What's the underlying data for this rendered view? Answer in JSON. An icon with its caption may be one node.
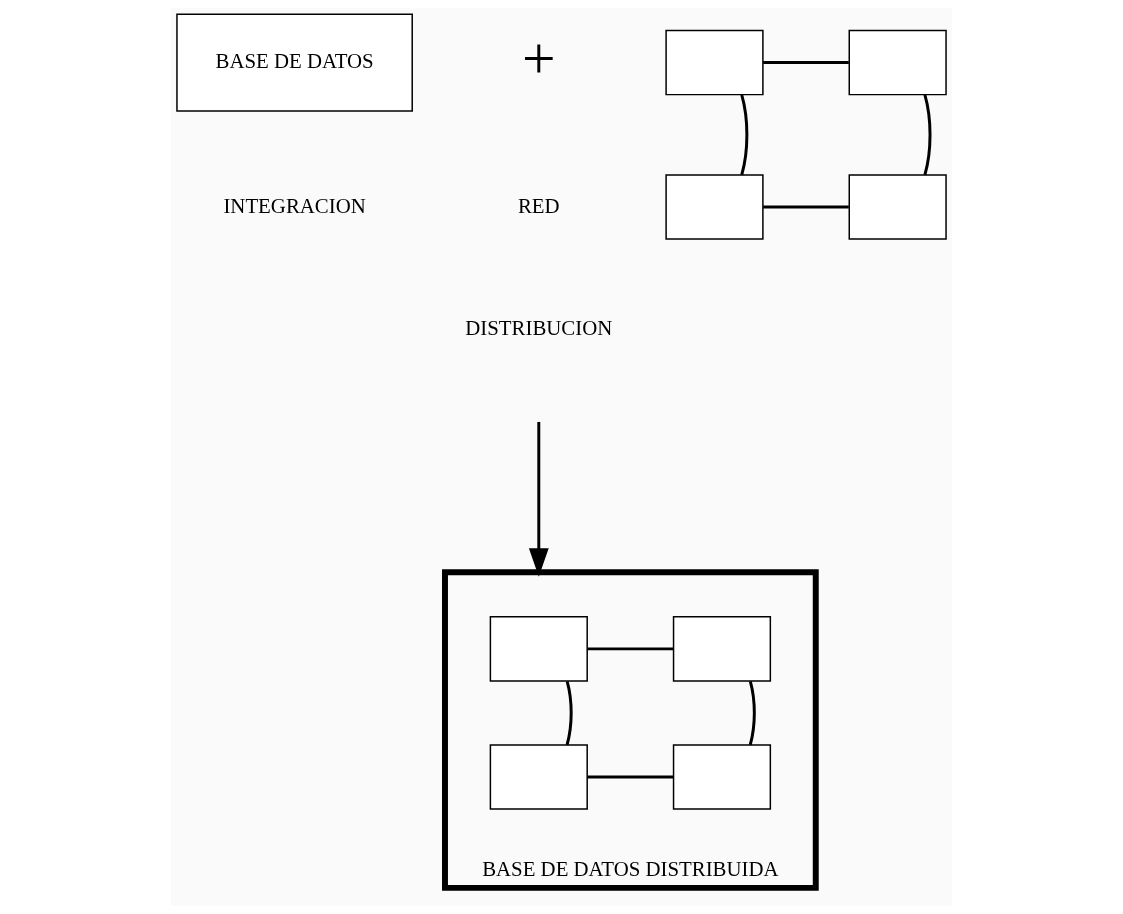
{
  "diagram": {
    "nodes": [
      {
        "text": [
          "BASE DE DATOS"
        ]
      },
      {
        "text": [],
        "shape": "box"
      },
      {
        "text": [],
        "shape": "box"
      },
      {
        "text": [],
        "shape": "box"
      },
      {
        "text": [],
        "shape": "box"
      },
      {
        "text": [
          "BASE DE DATOS DISTRIBUIDA"
        ]
      },
      {
        "text": [],
        "shape": "box",
        "in": 5
      },
      {
        "text": [],
        "shape": "box",
        "in": 5
      },
      {
        "text": [],
        "shape": "box",
        "in": 5
      },
      {
        "text": [],
        "shape": "box",
        "in": 5
      }
    ],
    "edges": [
      {
        "from": 1,
        "to": 2,
        "arrow": "none"
      },
      {
        "from": 1,
        "to": 3,
        "arrow": "none"
      },
      {
        "from": 2,
        "to": 4,
        "arrow": "none"
      },
      {
        "from": 3,
        "to": 4,
        "arrow": "none"
      },
      {
        "from": 6,
        "to": 7,
        "arrow": "none"
      },
      {
        "from": 6,
        "to": 8,
        "arrow": "none"
      },
      {
        "from": 7,
        "to": 9,
        "arrow": "none"
      },
      {
        "from": 8,
        "to": 9,
        "arrow": "none"
      },
      {
        "from": null,
        "to": 5,
        "arrow": "to"
      }
    ],
    "labels": [
      "+",
      "RED",
      "INTEGRACION",
      "DISTRIBUCION"
    ]
  }
}
